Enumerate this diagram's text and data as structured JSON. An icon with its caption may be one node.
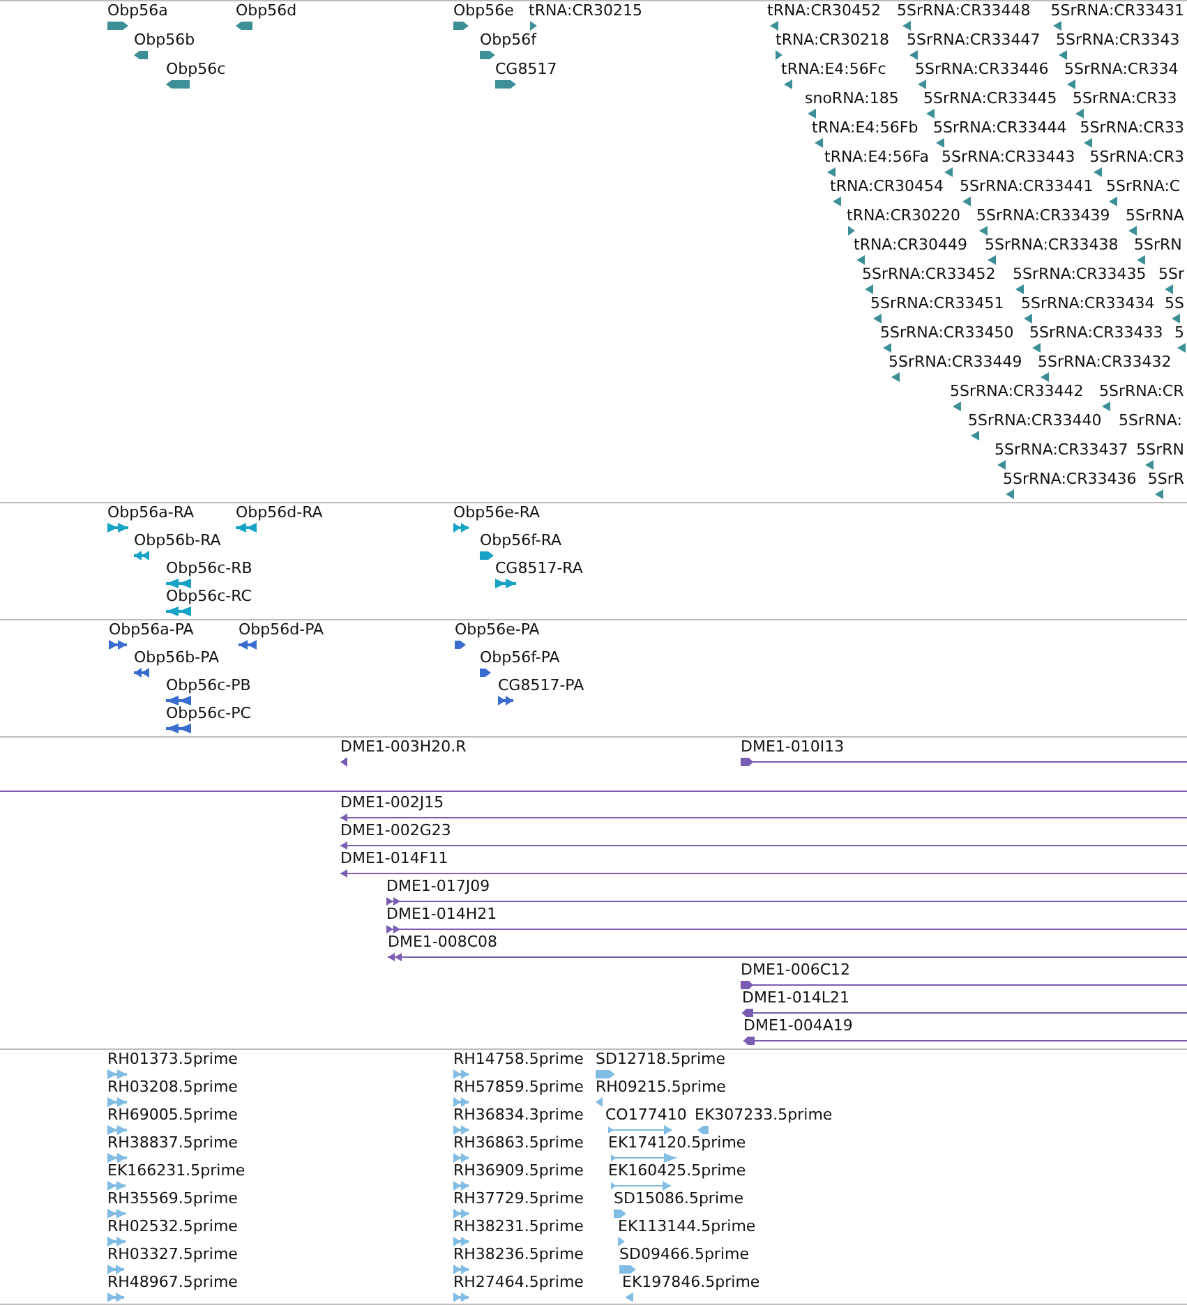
{
  "diagram": {
    "nodes": [
      {
        "text": [
          "Obp56a",
          "Obp56d",
          "Obp56e",
          "tRNA:CR30215",
          "tRNA:CR30452",
          "5SrRNA:CR33448",
          "5SrRNA:CR33431",
          "Obp56b",
          "Obp56f",
          "tRNA:CR30218",
          "5SrRNA:CR33447",
          "5SrRNA:CR3343",
          "Obp56c",
          "CG8517",
          "tRNA:E4:56Fc",
          "5SrRNA:CR33446",
          "5SrRNA:CR334",
          "snoRNA:185",
          "5SrRNA:CR33445",
          "5SrRNA:CR33",
          "tRNA:E4:56Fb",
          "5SrRNA:CR33444",
          "5SrRNA:CR33",
          "tRNA:E4:56Fa",
          "5SrRNA:CR33443",
          "5SrRNA:CR3",
          "tRNA:CR30454",
          "5SrRNA:CR33441",
          "5SrRNA:C",
          "tRNA:CR30220",
          "5SrRNA:CR33439",
          "5SrRNA",
          "tRNA:CR30449",
          "5SrRNA:CR33438",
          "5SrRN",
          "5SrRNA:CR33452",
          "5SrRNA:CR33435",
          "5Sr",
          "5SrRNA:CR33451",
          "5SrRNA:CR33434",
          "5S",
          "5SrRNA:CR33450",
          "5SrRNA:CR33433",
          "5",
          "5SrRNA:CR33449",
          "5SrRNA:CR33432",
          "5SrRNA:CR33442",
          "5SrRNA:CR",
          "5SrRNA:CR33440",
          "5SrRNA:",
          "5SrRNA:CR33437",
          "5SrRN",
          "5SrRNA:CR33436",
          "5SrR"
        ]
      },
      {
        "text": [
          "Obp56a-RA",
          "Obp56d-RA",
          "Obp56e-RA",
          "Obp56b-RA",
          "Obp56f-RA",
          "Obp56c-RB",
          "CG8517-RA",
          "Obp56c-RC"
        ]
      },
      {
        "text": [
          "Obp56a-PA",
          "Obp56d-PA",
          "Obp56e-PA",
          "Obp56b-PA",
          "Obp56f-PA",
          "Obp56c-PB",
          "CG8517-PA",
          "Obp56c-PC"
        ]
      },
      {
        "text": [
          "DME1-003H20.R",
          "DME1-010I13"
        ]
      },
      {
        "text": [
          "DME1-002J15",
          "DME1-002G23",
          "DME1-014F11",
          "DME1-017J09",
          "DME1-014H21",
          "DME1-008C08",
          "DME1-006C12",
          "DME1-014L21",
          "DME1-004A19"
        ]
      },
      {
        "text": [
          "RH01373.5prime",
          "RH14758.5prime",
          "SD12718.5prime",
          "RH03208.5prime",
          "RH57859.5prime",
          "RH09215.5prime",
          "RH69005.5prime",
          "RH36834.3prime",
          "CO177410",
          "EK307233.5prime",
          "RH38837.5prime",
          "RH36863.5prime",
          "EK174120.5prime",
          "EK166231.5prime",
          "RH36909.5prime",
          "EK160425.5prime",
          "RH35569.5prime",
          "RH37729.5prime",
          "SD15086.5prime",
          "RH02532.5prime",
          "RH38231.5prime",
          "EK113144.5prime",
          "RH03327.5prime",
          "RH38236.5prime",
          "SD09466.5prime",
          "RH48967.5prime",
          "RH27464.5prime",
          "EK197846.5prime"
        ]
      }
    ]
  }
}
